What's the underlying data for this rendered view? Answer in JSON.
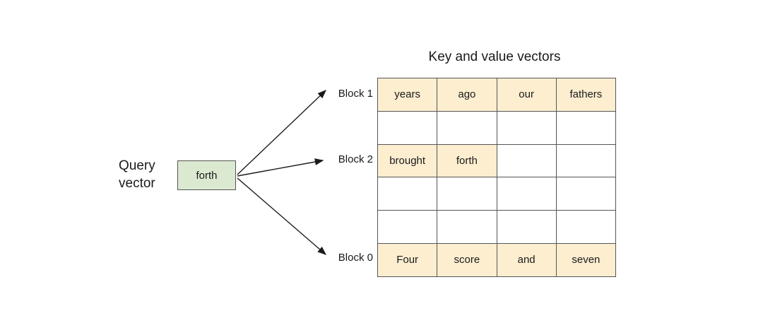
{
  "diagram": {
    "title": "Key and value vectors",
    "query": {
      "label": "Query\nvector",
      "box_text": "forth",
      "box_color": "#dce9d1",
      "border_color": "#555555"
    },
    "arrows": [
      {
        "name": "arrow-to-block-1",
        "target": "Block 1"
      },
      {
        "name": "arrow-to-block-2",
        "target": "Block 2"
      },
      {
        "name": "arrow-to-block-0",
        "target": "Block 0"
      }
    ],
    "block_labels": [
      {
        "text": "Block 1",
        "row": 0
      },
      {
        "text": "Block 2",
        "row": 2
      },
      {
        "text": "Block 0",
        "row": 5
      }
    ],
    "table": {
      "columns": 4,
      "rows": 6,
      "filled_color": "#fdeed0",
      "empty_color": "#ffffff",
      "border_color": "#555555",
      "cells": [
        [
          {
            "text": "years",
            "filled": true
          },
          {
            "text": "ago",
            "filled": true
          },
          {
            "text": "our",
            "filled": true
          },
          {
            "text": "fathers",
            "filled": true
          }
        ],
        [
          {
            "text": "",
            "filled": false
          },
          {
            "text": "",
            "filled": false
          },
          {
            "text": "",
            "filled": false
          },
          {
            "text": "",
            "filled": false
          }
        ],
        [
          {
            "text": "brought",
            "filled": true
          },
          {
            "text": "forth",
            "filled": true
          },
          {
            "text": "",
            "filled": false
          },
          {
            "text": "",
            "filled": false
          }
        ],
        [
          {
            "text": "",
            "filled": false
          },
          {
            "text": "",
            "filled": false
          },
          {
            "text": "",
            "filled": false
          },
          {
            "text": "",
            "filled": false
          }
        ],
        [
          {
            "text": "",
            "filled": false
          },
          {
            "text": "",
            "filled": false
          },
          {
            "text": "",
            "filled": false
          },
          {
            "text": "",
            "filled": false
          }
        ],
        [
          {
            "text": "Four",
            "filled": true
          },
          {
            "text": "score",
            "filled": true
          },
          {
            "text": "and",
            "filled": true
          },
          {
            "text": "seven",
            "filled": true
          }
        ]
      ]
    }
  }
}
